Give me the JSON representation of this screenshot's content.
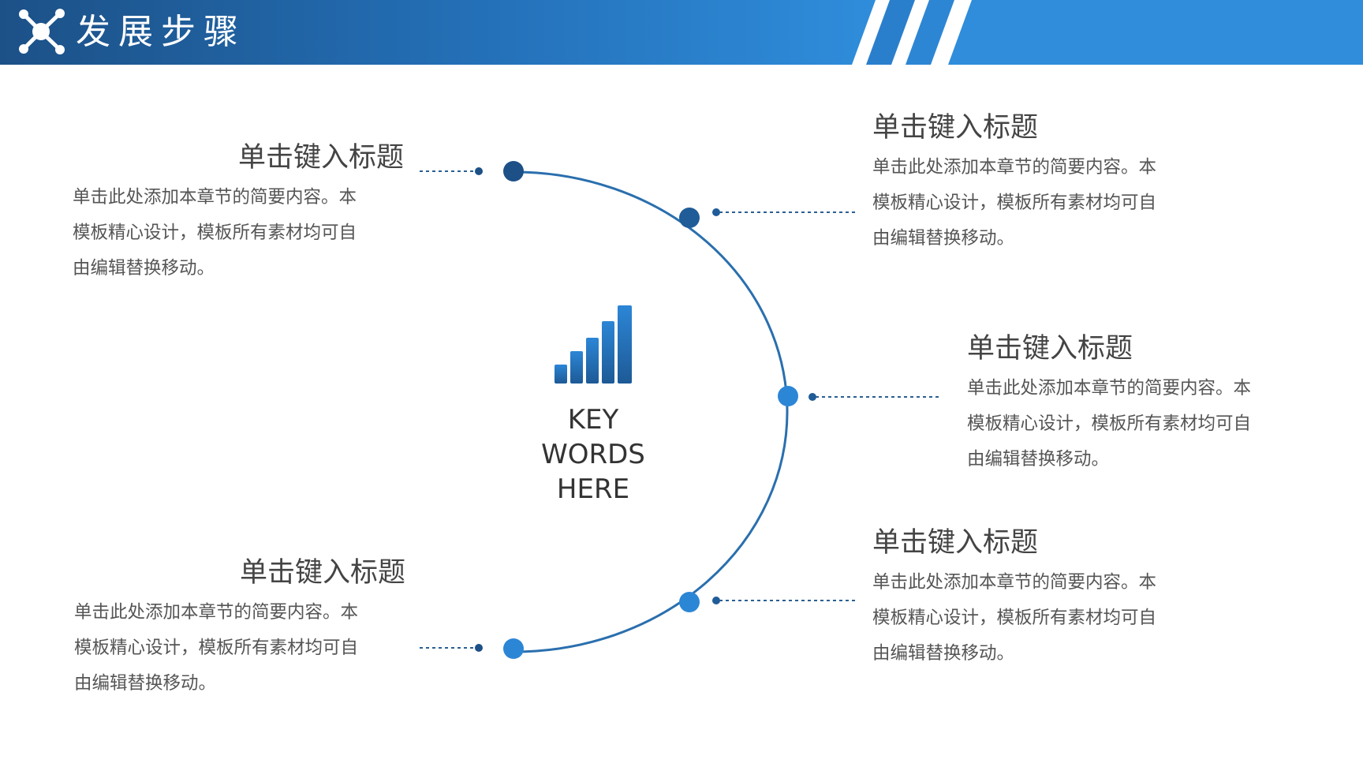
{
  "header": {
    "title": "发展步骤",
    "colors": {
      "dark": "#1c5187",
      "light": "#2f8ddb"
    }
  },
  "center": {
    "icon": "bar-chart-icon",
    "lines": [
      "KEY",
      "WORDS",
      "HERE"
    ]
  },
  "steps": [
    {
      "title": "单击键入标题",
      "body_lines": [
        "单击此处添加本章节的简要内容。本",
        "模板精心设计，模板所有素材均可自",
        "由编辑替换移动。"
      ]
    },
    {
      "title": "单击键入标题",
      "body_lines": [
        "单击此处添加本章节的简要内容。本",
        "模板精心设计，模板所有素材均可自",
        "由编辑替换移动。"
      ]
    },
    {
      "title": "单击键入标题",
      "body_lines": [
        "单击此处添加本章节的简要内容。本",
        "模板精心设计，模板所有素材均可自",
        "由编辑替换移动。"
      ]
    },
    {
      "title": "单击键入标题",
      "body_lines": [
        "单击此处添加本章节的简要内容。本",
        "模板精心设计，模板所有素材均可自",
        "由编辑替换移动。"
      ]
    },
    {
      "title": "单击键入标题",
      "body_lines": [
        "单击此处添加本章节的简要内容。本",
        "模板精心设计，模板所有素材均可自",
        "由编辑替换移动。"
      ]
    }
  ]
}
